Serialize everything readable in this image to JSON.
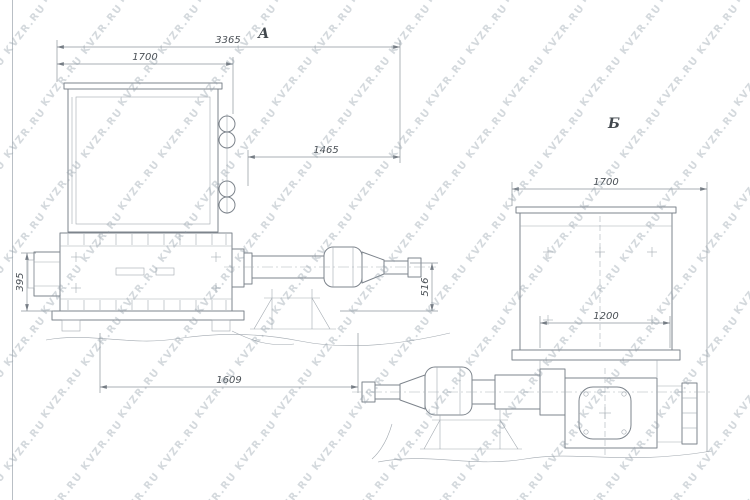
{
  "watermark": {
    "text": "KVZR.RU"
  },
  "views": {
    "a": {
      "label": "А",
      "dims": {
        "overall": "3365",
        "top_width": "1700",
        "side_span": "1465",
        "left_height": "395",
        "shaft_height": "516",
        "base_width": "1609"
      }
    },
    "b": {
      "label": "Б",
      "dims": {
        "top_width": "1700",
        "inner_width": "1200"
      }
    }
  }
}
